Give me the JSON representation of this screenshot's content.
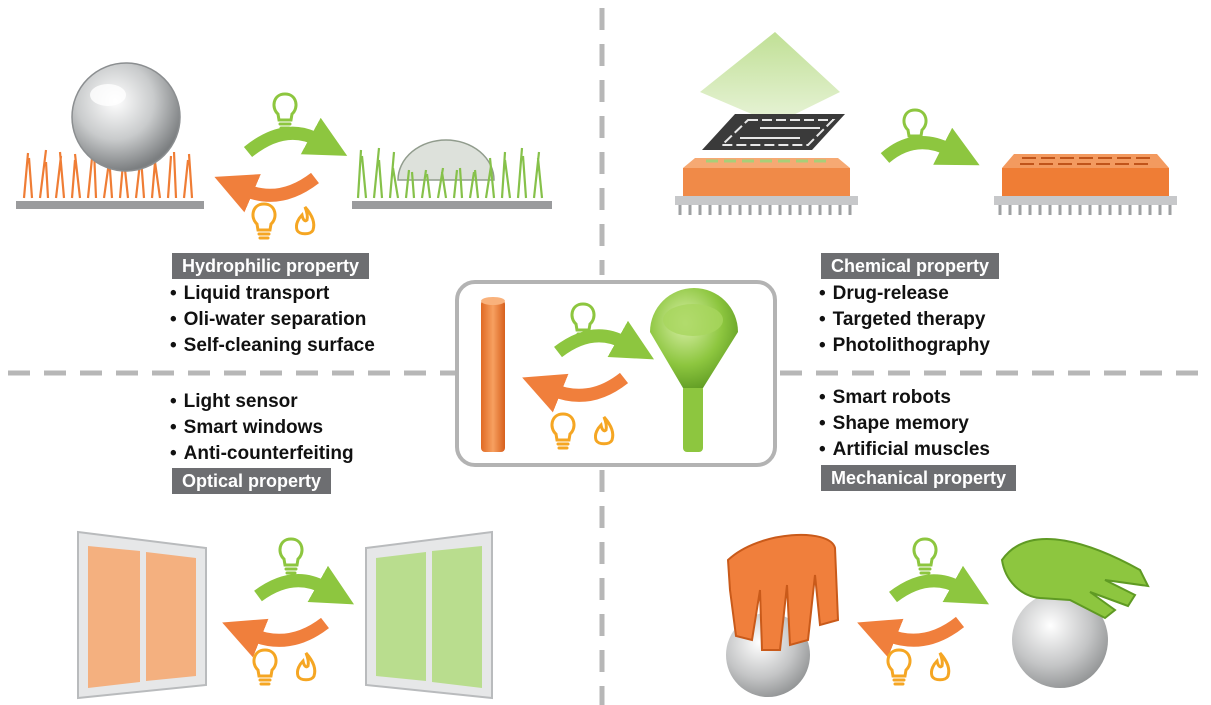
{
  "colors": {
    "active": "#8dc63f",
    "inactive": "#f07f3c",
    "warm": "#f5a623",
    "divider": "#b7b7b7",
    "header_bg": "#6d6e71"
  },
  "stimulus_icons": [
    "light-bulb-icon",
    "flame-icon"
  ],
  "hydrophilic": {
    "header": "Hydrophilic property",
    "items": [
      "Liquid transport",
      "Oli-water separation",
      "Self-cleaning surface"
    ]
  },
  "chemical": {
    "header": "Chemical property",
    "items": [
      "Drug-release",
      "Targeted therapy",
      "Photolithography"
    ]
  },
  "optical": {
    "header": "Optical property",
    "items": [
      "Light sensor",
      "Smart windows",
      "Anti-counterfeiting"
    ]
  },
  "mechanical": {
    "header": "Mechanical property",
    "items": [
      "Smart robots",
      "Shape memory",
      "Artificial muscles"
    ]
  }
}
